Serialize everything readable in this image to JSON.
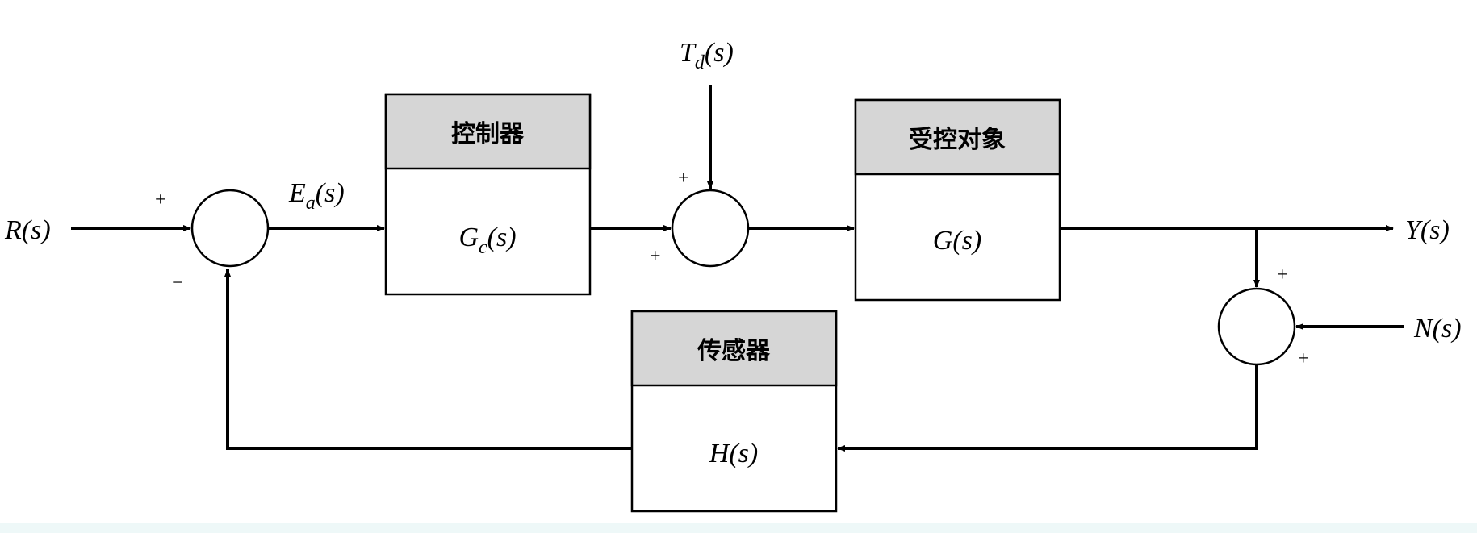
{
  "signals": {
    "input": "R(s)",
    "error": "E_a(s)",
    "disturbance": "T_d(s)",
    "output": "Y(s)",
    "noise": "N(s)"
  },
  "blocks": {
    "controller": {
      "header": "控制器",
      "transfer": "G_c(s)"
    },
    "plant": {
      "header": "受控对象",
      "transfer": "G(s)"
    },
    "sensor": {
      "header": "传感器",
      "transfer": "H(s)"
    }
  },
  "signs": {
    "sum1_input": "+",
    "sum1_feedback": "−",
    "sum2_disturbance": "+",
    "sum2_controller": "+",
    "sum3_output": "+",
    "sum3_noise": "+"
  }
}
